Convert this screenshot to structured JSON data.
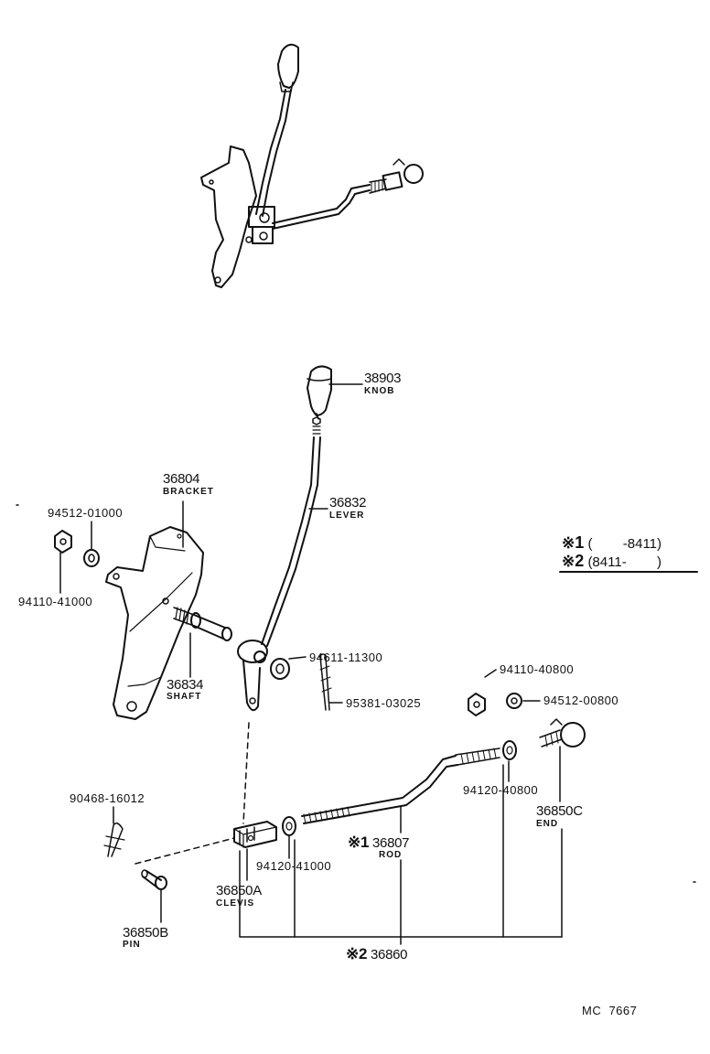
{
  "parts": {
    "knob": {
      "number": "38903",
      "name": "KNOB"
    },
    "bracket": {
      "number": "36804",
      "name": "BRACKET"
    },
    "lever": {
      "number": "36832",
      "name": "LEVER"
    },
    "shaft": {
      "number": "36834",
      "name": "SHAFT"
    },
    "washer_left": {
      "number": "94512-01000"
    },
    "nut_left": {
      "number": "94110-41000"
    },
    "washer_lever": {
      "number": "94611-11300"
    },
    "cotter_pin_small": {
      "number": "95381-03025"
    },
    "nut_right": {
      "number": "94110-40800"
    },
    "washer_right": {
      "number": "94512-00800"
    },
    "nut_rod_end": {
      "number": "94120-40800"
    },
    "end": {
      "number": "36850C",
      "name": "END"
    },
    "clip": {
      "number": "90468-16012"
    },
    "rod": {
      "mark": "※1",
      "number": "36807",
      "name": "ROD"
    },
    "nut_clevis": {
      "number": "94120-41000"
    },
    "clevis": {
      "number": "36850A",
      "name": "CLEVIS"
    },
    "pin": {
      "number": "36850B",
      "name": "PIN"
    },
    "rod_assy": {
      "mark": "※2",
      "number": "36860"
    }
  },
  "notes": [
    {
      "mark": "※",
      "index": "1",
      "range": "(        -8411)"
    },
    {
      "mark": "※",
      "index": "2",
      "range": "(8411-        )"
    }
  ],
  "diagram_code": "MC  7667"
}
